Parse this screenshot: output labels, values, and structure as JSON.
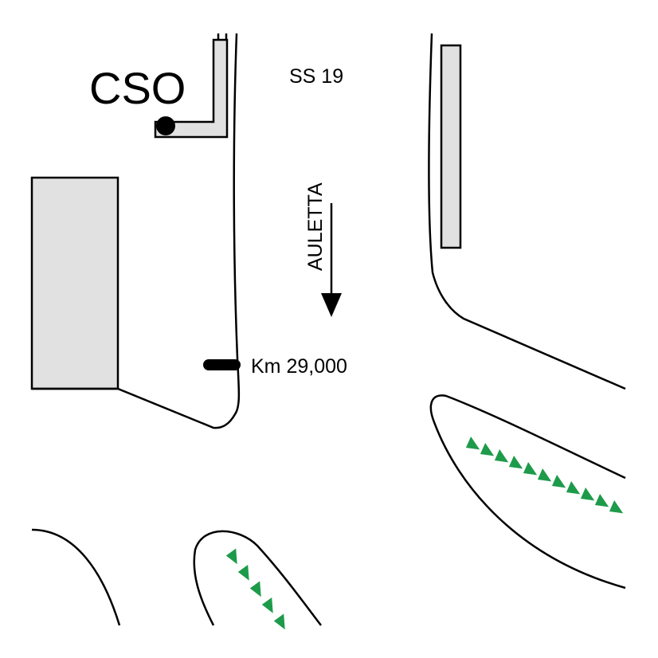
{
  "labels": {
    "cso": "CSO",
    "road_name": "SS 19",
    "direction": "AULETTA",
    "kilometre": "Km 29,000"
  },
  "colors": {
    "building_fill": "#e1e1e1",
    "line": "#000000",
    "vegetation": "#1d9a4a",
    "background": "#ffffff"
  },
  "icons": {
    "marker": "cso-dot-icon",
    "direction": "arrow-down-icon",
    "km_post": "km-marker-icon",
    "vegetation": "hedge-triangle-icon"
  }
}
